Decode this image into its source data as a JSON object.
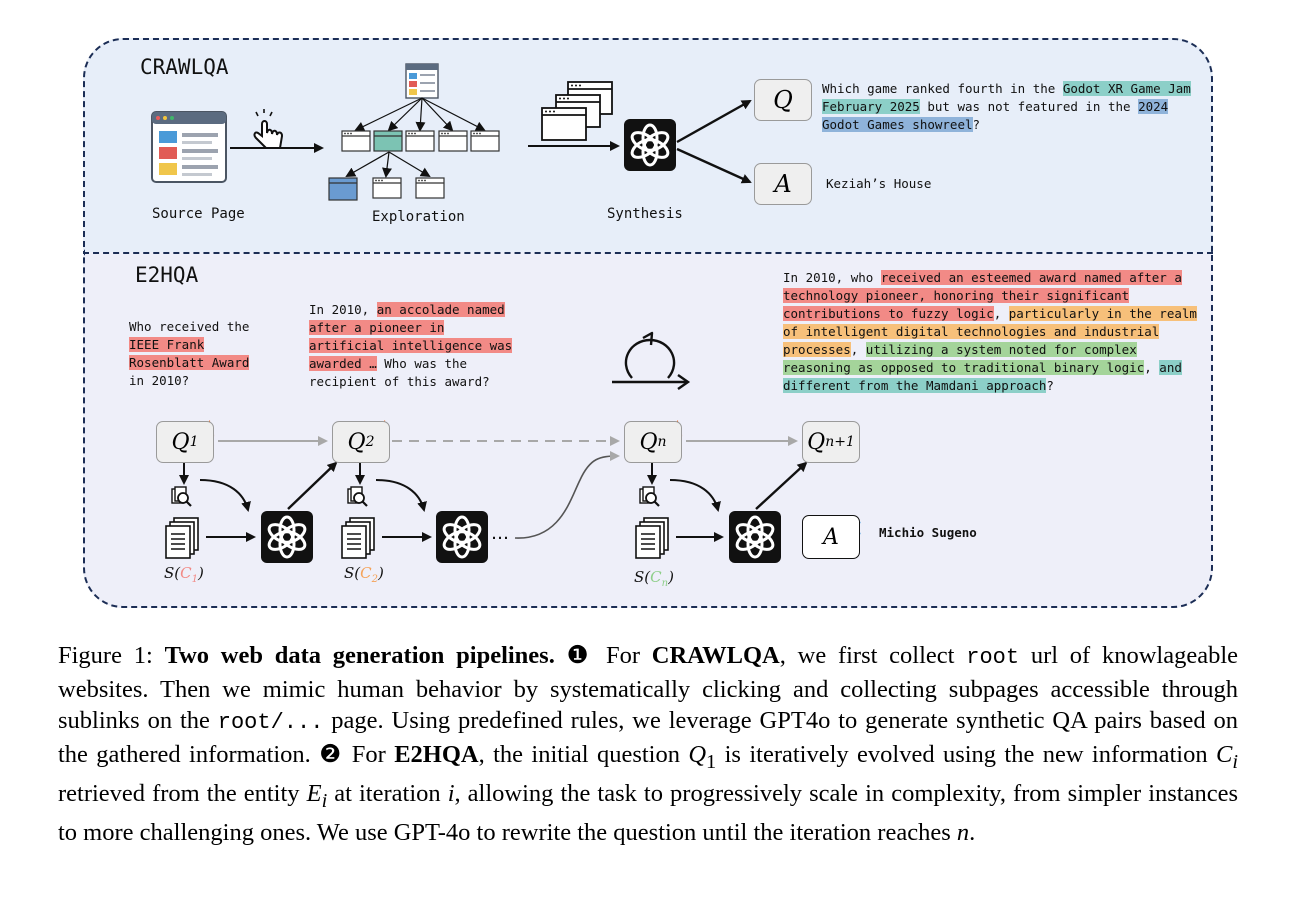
{
  "crawlqa": {
    "title": "CRAWLQA",
    "source_label": "Source Page",
    "exploration_label": "Exploration",
    "synthesis_label": "Synthesis",
    "q_letter": "Q",
    "a_letter": "A",
    "question_parts": [
      {
        "text": "Which game ranked fourth in the ",
        "hl": ""
      },
      {
        "text": "Godot XR Game Jam February 2025",
        "hl": "teal"
      },
      {
        "text": " but was not featured in the ",
        "hl": ""
      },
      {
        "text": "2024 Godot Games showreel",
        "hl": "blue"
      },
      {
        "text": "?",
        "hl": ""
      }
    ],
    "answer": "Keziah’s House"
  },
  "e2hqa": {
    "title": "E2HQA",
    "q1_parts": [
      {
        "text": "Who received the ",
        "hl": ""
      },
      {
        "text": "IEEE Frank Rosenblatt Award",
        "hl": "red"
      },
      {
        "text": " in 2010?",
        "hl": ""
      }
    ],
    "q2_parts": [
      {
        "text": "In 2010, ",
        "hl": ""
      },
      {
        "text": "an accolade named after a pioneer in artificial intelligence was awarded …",
        "hl": "red"
      },
      {
        "text": " Who was the recipient of this award?",
        "hl": ""
      }
    ],
    "qn_parts": [
      {
        "text": "In 2010, who ",
        "hl": ""
      },
      {
        "text": "received an esteemed award named after a technology pioneer, honoring their significant contributions to fuzzy logic",
        "hl": "red"
      },
      {
        "text": ", ",
        "hl": ""
      },
      {
        "text": "particularly in the realm of intelligent digital technologies and industrial processes",
        "hl": "orange"
      },
      {
        "text": ", ",
        "hl": ""
      },
      {
        "text": "utilizing a system noted for complex reasoning as opposed to traditional binary logic",
        "hl": "green"
      },
      {
        "text": ", ",
        "hl": ""
      },
      {
        "text": "and different from the Mamdani approach",
        "hl": "teal"
      },
      {
        "text": "?",
        "hl": ""
      }
    ],
    "nodes": {
      "q1": {
        "base": "Q",
        "sub": "1"
      },
      "q2": {
        "base": "Q",
        "sub": "2"
      },
      "qn": {
        "base": "Q",
        "sub": "n"
      },
      "qn1": {
        "base": "Q",
        "sub": "n+1"
      },
      "a": {
        "base": "A"
      }
    },
    "s_labels": [
      {
        "pre": "S(",
        "var": "C",
        "sub": "1",
        "post": ")",
        "color": "#f28a86"
      },
      {
        "pre": "S(",
        "var": "C",
        "sub": "2",
        "post": ")",
        "color": "#f5a35a"
      },
      {
        "pre": "S(",
        "var": "C",
        "sub": "n",
        "post": ")",
        "color": "#8fcf8a"
      }
    ],
    "ellipsis": "…",
    "final_answer": "Michio Sugeno"
  },
  "caption": {
    "figure_label": "Figure 1:",
    "bold_title": "Two web data generation pipelines.",
    "marker1": "❶",
    "marker2": "❷",
    "for1": "For ",
    "crawl_name": "CRAWLQA",
    "p1": ", we first collect ",
    "code_root": "root",
    "p2": " url of knowlageable websites. Then we mimic human behavior by systematically clicking and collecting subpages accessible through sublinks on the ",
    "code_root_dots": "root/...",
    "p3": " page. Using predefined rules, we leverage GPT4o to generate synthetic QA pairs based on the gathered information. ",
    "for2": "For ",
    "e2h_name": "E2HQA",
    "p4": ", the initial question ",
    "q1_math": "Q",
    "q1_sub": "1",
    "p5": " is iteratively evolved using the new information ",
    "ci_math": "C",
    "ci_sub": "i",
    "p6": " retrieved from the entity ",
    "ei_math": "E",
    "ei_sub": "i",
    "p7": " at iteration ",
    "i_math": "i",
    "p8": ", allowing the task to progressively scale in complexity, from simpler instances to more challenging ones. We use GPT-4o to rewrite the question until the iteration reaches ",
    "n_math": "n",
    "p9": "."
  }
}
